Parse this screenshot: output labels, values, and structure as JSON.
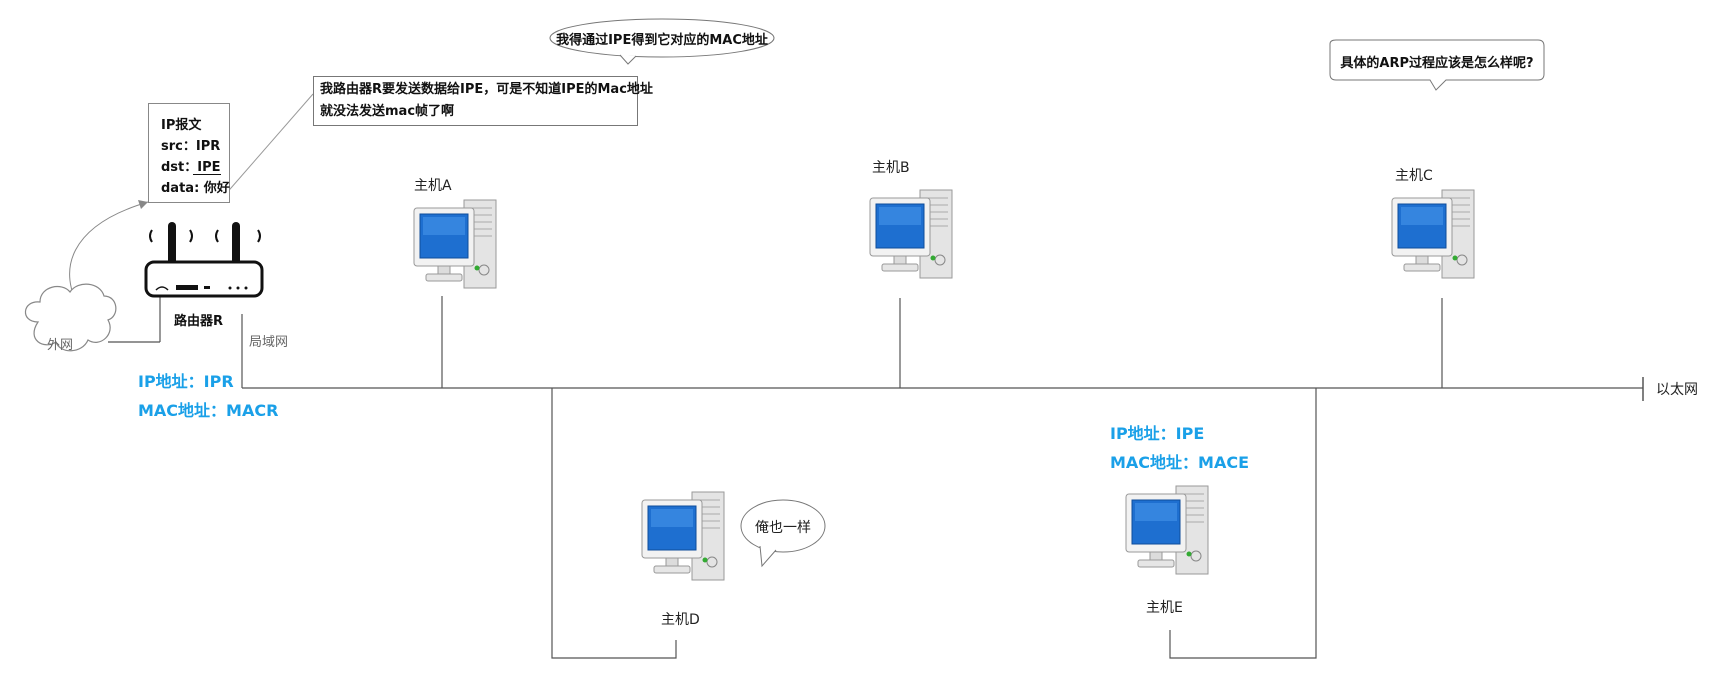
{
  "colors": {
    "accent_blue": "#1aa0e8",
    "line": "#555555",
    "screen_blue": "#1e6fd0",
    "case_gray": "#d9d9d9"
  },
  "icons": {
    "router": "router-icon",
    "computer": "desktop-computer-icon",
    "cloud": "cloud-icon"
  },
  "bubbles": {
    "top": "我得通过IPE得到它对应的MAC地址",
    "right": "具体的ARP过程应该是怎么样呢?",
    "host_d": "俺也一样"
  },
  "note": {
    "line1": "我路由器R要发送数据给IPE，可是不知道IPE的Mac地址",
    "line2": "就没法发送mac帧了啊"
  },
  "packet": {
    "title": "IP报文",
    "src": "src：IPR",
    "dst": "dst：IPE",
    "data": "data: 你好"
  },
  "router": {
    "label": "路由器R",
    "ip": "IP地址：IPR",
    "mac": "MAC地址：MACR"
  },
  "cloud": {
    "label": "外网"
  },
  "lan_label": "局域网",
  "ethernet_label": "以太网",
  "hosts": {
    "a": {
      "label": "主机A"
    },
    "b": {
      "label": "主机B"
    },
    "c": {
      "label": "主机C"
    },
    "d": {
      "label": "主机D"
    },
    "e": {
      "label": "主机E",
      "ip": "IP地址：IPE",
      "mac": "MAC地址：MACE"
    }
  }
}
